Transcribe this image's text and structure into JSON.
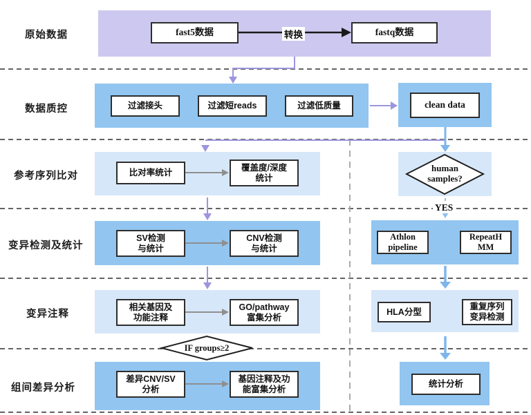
{
  "colors": {
    "purple_band": "#cdc8f0",
    "blue_band": "#92c5f0",
    "light_blue_band": "#d7e7fa",
    "purple_arrow": "#9c95de",
    "blue_arrow": "#7eb6eb",
    "gray_arrow": "#8f8f8f",
    "black_arrow": "#1a1a1a"
  },
  "raw": {
    "label": "原始数据",
    "fast5": "fast5数据",
    "convert": "转换",
    "fastq": "fastq数据"
  },
  "qc": {
    "label": "数据质控",
    "filter_adapter": "过滤接头",
    "filter_short": "过滤短reads",
    "filter_lowq": "过滤低质量",
    "clean_data": "clean data"
  },
  "align": {
    "label": "参考序列比对",
    "rate": "比对率统计",
    "coverage": "覆盖度/深度\n统计"
  },
  "variant": {
    "label": "变异检测及统计",
    "sv": "SV检测\n与统计",
    "cnv": "CNV检测\n与统计"
  },
  "annotation": {
    "label": "变异注释",
    "genes": "相关基因及\n功能注释",
    "go": "GO/pathway\n富集分析"
  },
  "diff": {
    "label": "组间差异分析",
    "condition": "IF groups≥2",
    "cnvsv": "差异CNV/SV\n分析",
    "enrich": "基因注释及功\n能富集分析"
  },
  "right": {
    "human": "human\nsamples?",
    "yes": "YES",
    "athlon": "Athlon\npipeline",
    "repeathmm": "RepeatH\nMM",
    "hla": "HLA分型",
    "repeat_var": "重复序列\n变异检测",
    "stat": "统计分析"
  }
}
